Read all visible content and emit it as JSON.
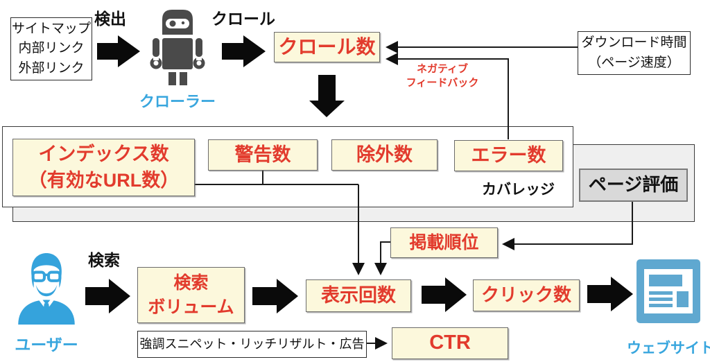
{
  "palette": {
    "node_fill": "#fcf8dc",
    "node_border": "#6b6b6b",
    "red_text": "#e23b2d",
    "blue_label": "#38a6de",
    "website_blue": "#5fa8d0",
    "user_blue": "#35a3dc",
    "robot_gray": "#4a4a4a",
    "panel_fill": "#efefef",
    "eval_fill": "#d9d9d9",
    "arrow_black": "#0a0a0a"
  },
  "top": {
    "source_box": {
      "line1": "サイトマップ",
      "line2": "内部リンク",
      "line3": "外部リンク"
    },
    "detect_label": "検出",
    "crawler_label": "クローラー",
    "crawl_label": "クロール",
    "crawl_count": "クロール数",
    "download_time": {
      "line1": "ダウンロード時間",
      "line2": "（ページ速度）"
    },
    "negative_feedback": {
      "line1": "ネガティブ",
      "line2": "フィードバック"
    }
  },
  "coverage": {
    "index_count": {
      "line1": "インデックス数",
      "line2": "（有効なURL数）"
    },
    "warning_count": "警告数",
    "excluded_count": "除外数",
    "error_count": "エラー数",
    "label": "カバレッジ"
  },
  "evaluation": {
    "page_eval": "ページ評価",
    "ranking": "掲載順位"
  },
  "bottom": {
    "user_label": "ユーザー",
    "search_label": "検索",
    "search_volume": {
      "line1": "検索",
      "line2": "ボリューム"
    },
    "impressions": "表示回数",
    "clicks": "クリック数",
    "website_label": "ウェブサイト",
    "featured": "強調スニペット・リッチリザルト・広告",
    "ctr": "CTR"
  }
}
